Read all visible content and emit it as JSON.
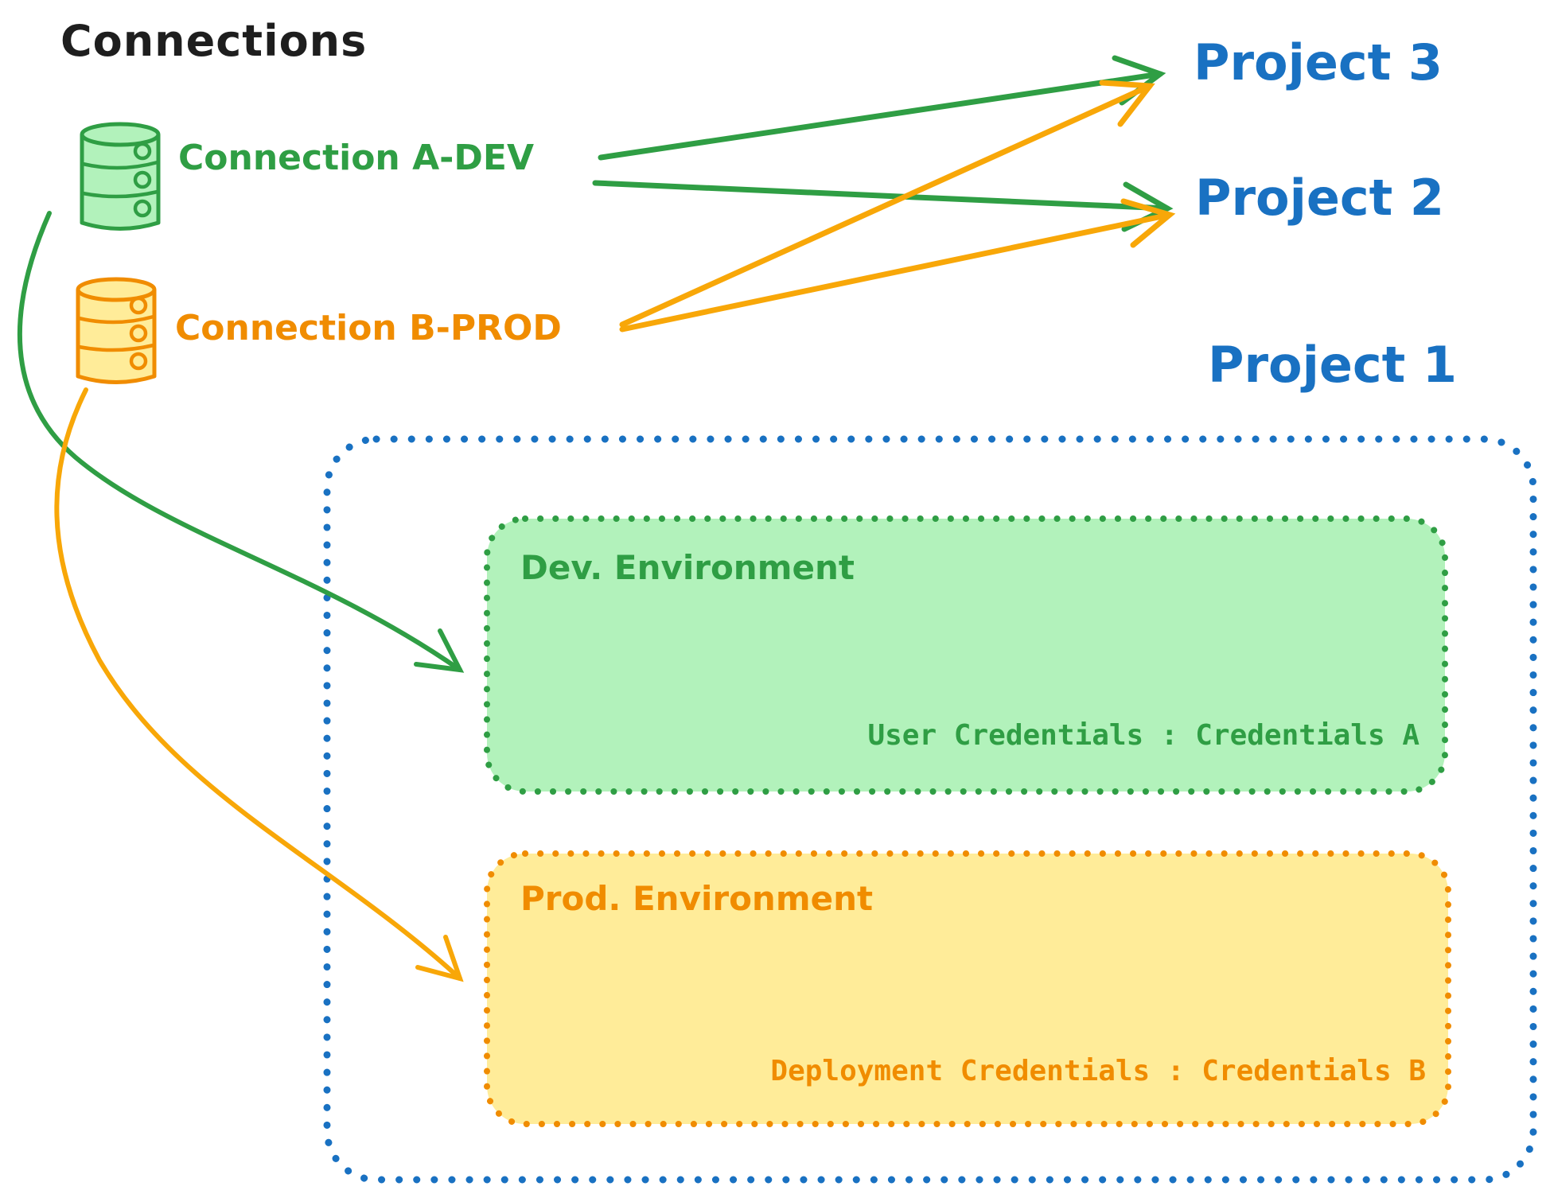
{
  "title": "Connections",
  "colors": {
    "black": "#1e1e1e",
    "green_stroke": "#2f9e44",
    "green_fill": "#b2f2bb",
    "orange_stroke": "#f08c00",
    "orange_fill": "#ffec99",
    "blue": "#1971c2",
    "background": "#ffffff"
  },
  "connections": [
    {
      "id": "a-dev",
      "label": "Connection A-DEV",
      "icon": "database-icon",
      "color": "#2f9e44"
    },
    {
      "id": "b-prod",
      "label": "Connection B-PROD",
      "icon": "database-icon",
      "color": "#f08c00"
    }
  ],
  "projects": [
    {
      "label": "Project 3"
    },
    {
      "label": "Project 2"
    },
    {
      "label": "Project 1"
    }
  ],
  "project1": {
    "environments": [
      {
        "name": "Dev. Environment",
        "credentials": "User Credentials : Credentials A",
        "accent": "#2f9e44",
        "fill": "#b2f2bb"
      },
      {
        "name": "Prod. Environment",
        "credentials": "Deployment Credentials : Credentials B",
        "accent": "#f08c00",
        "fill": "#ffec99"
      }
    ]
  },
  "edges": [
    {
      "from": "Connection A-DEV",
      "to": "Project 3",
      "style": "straight-arrow",
      "color": "#2f9e44"
    },
    {
      "from": "Connection A-DEV",
      "to": "Project 2",
      "style": "straight-arrow",
      "color": "#2f9e44"
    },
    {
      "from": "Connection B-PROD",
      "to": "Project 3",
      "style": "straight-arrow",
      "color": "#f08c00"
    },
    {
      "from": "Connection B-PROD",
      "to": "Project 2",
      "style": "straight-arrow",
      "color": "#f08c00"
    },
    {
      "from": "Connection A-DEV",
      "to": "Dev. Environment",
      "style": "curved-arrow",
      "color": "#2f9e44"
    },
    {
      "from": "Connection B-PROD",
      "to": "Prod. Environment",
      "style": "curved-arrow",
      "color": "#f08c00"
    }
  ]
}
